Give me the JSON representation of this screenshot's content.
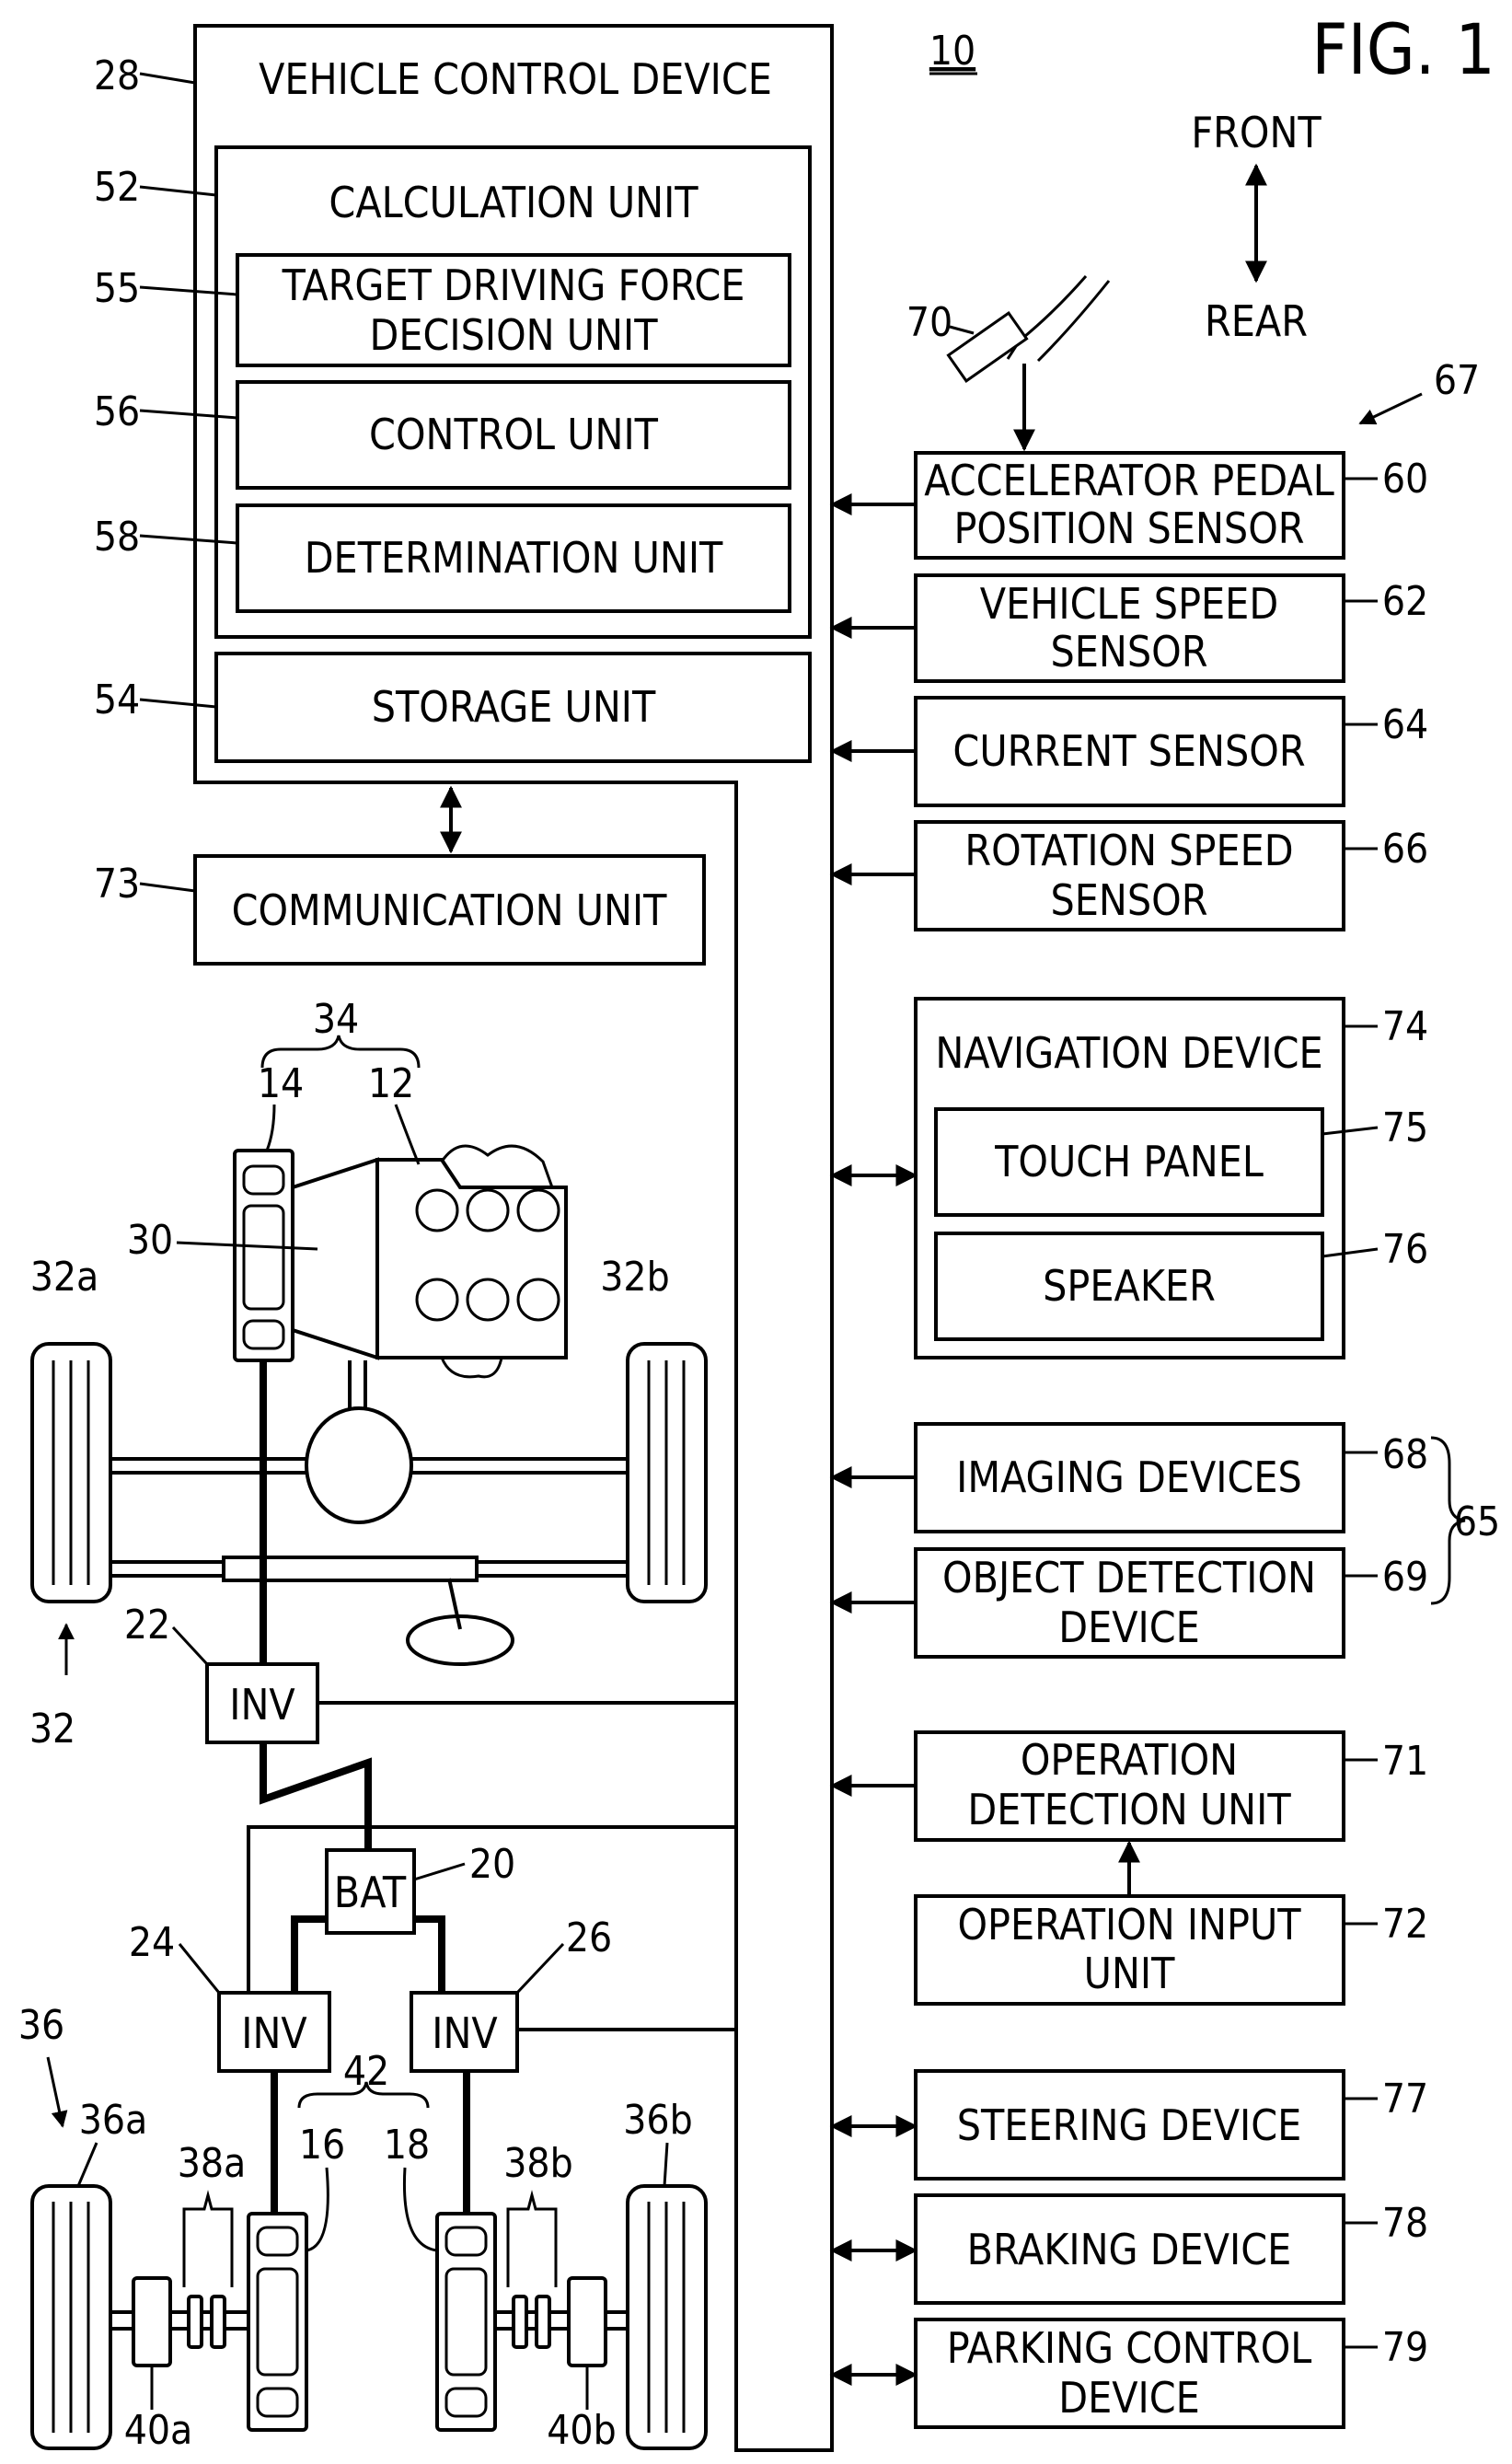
{
  "figure": {
    "title": "FIG. 1",
    "system_ref": "10"
  },
  "direction": {
    "front": "FRONT",
    "rear": "REAR"
  },
  "vehicle_control_device": {
    "label": "VEHICLE CONTROL DEVICE",
    "ref": "28",
    "calculation_unit": {
      "label": "CALCULATION UNIT",
      "ref": "52"
    },
    "target_driving_force": {
      "line1": "TARGET DRIVING FORCE",
      "line2": "DECISION UNIT",
      "ref": "55"
    },
    "control_unit": {
      "label": "CONTROL UNIT",
      "ref": "56"
    },
    "determination_unit": {
      "label": "DETERMINATION UNIT",
      "ref": "58"
    },
    "storage_unit": {
      "label": "STORAGE UNIT",
      "ref": "54"
    }
  },
  "communication_unit": {
    "label": "COMMUNICATION UNIT",
    "ref": "73"
  },
  "sensors": {
    "group_ref": "67",
    "accelerator": {
      "line1": "ACCELERATOR PEDAL",
      "line2": "POSITION SENSOR",
      "ref": "60"
    },
    "vehicle_speed": {
      "line1": "VEHICLE SPEED",
      "line2": "SENSOR",
      "ref": "62"
    },
    "current": {
      "label": "CURRENT SENSOR",
      "ref": "64"
    },
    "rotation_speed": {
      "line1": "ROTATION SPEED",
      "line2": "SENSOR",
      "ref": "66"
    }
  },
  "pedal": {
    "ref": "70"
  },
  "navigation": {
    "label": "NAVIGATION DEVICE",
    "ref": "74",
    "touch_panel": {
      "label": "TOUCH PANEL",
      "ref": "75"
    },
    "speaker": {
      "label": "SPEAKER",
      "ref": "76"
    }
  },
  "detection": {
    "group_ref": "65",
    "imaging": {
      "label": "IMAGING DEVICES",
      "ref": "68"
    },
    "object": {
      "line1": "OBJECT DETECTION",
      "line2": "DEVICE",
      "ref": "69"
    }
  },
  "operation": {
    "detection": {
      "line1": "OPERATION",
      "line2": "DETECTION UNIT",
      "ref": "71"
    },
    "input": {
      "line1": "OPERATION INPUT",
      "line2": "UNIT",
      "ref": "72"
    }
  },
  "actuators": {
    "steering": {
      "label": "STEERING DEVICE",
      "ref": "77"
    },
    "braking": {
      "label": "BRAKING DEVICE",
      "ref": "78"
    },
    "parking": {
      "line1": "PARKING CONTROL",
      "line2": "DEVICE",
      "ref": "79"
    }
  },
  "powertrain": {
    "inv": "INV",
    "bat": "BAT",
    "refs": {
      "unit34": "34",
      "motor14": "14",
      "engine12": "12",
      "trans30": "30",
      "wheel32a": "32a",
      "wheel32b": "32b",
      "front32": "32",
      "inv22": "22",
      "bat20": "20",
      "inv24": "24",
      "inv26": "26",
      "rear36": "36",
      "wheel36a": "36a",
      "wheel36b": "36b",
      "m16": "16",
      "m18": "18",
      "g42": "42",
      "c38a": "38a",
      "c38b": "38b",
      "r40a": "40a",
      "r40b": "40b"
    }
  }
}
